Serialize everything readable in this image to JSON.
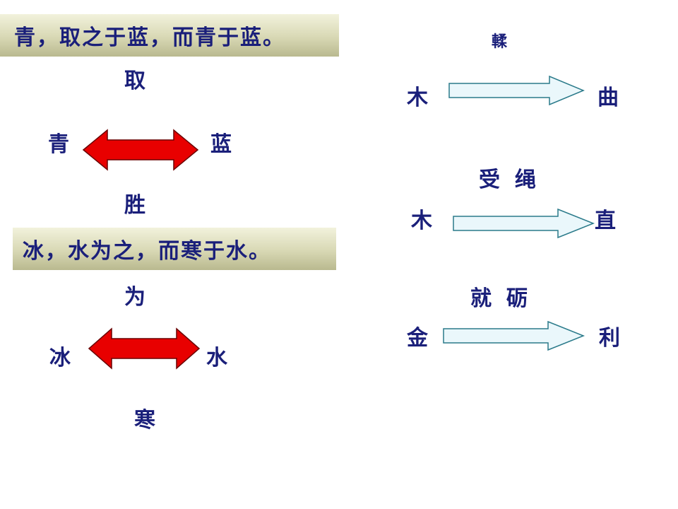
{
  "banners": {
    "first": "青，取之于蓝，而青于蓝。",
    "second": "冰，水为之，而寒于水。"
  },
  "left_diagrams": [
    {
      "top": "取",
      "left": "青",
      "right": "蓝",
      "bottom": "胜"
    },
    {
      "top": "为",
      "left": "冰",
      "right": "水",
      "bottom": "寒"
    }
  ],
  "right_diagrams": [
    {
      "label": "輮",
      "from": "木",
      "to": "曲"
    },
    {
      "label": "受  绳",
      "from": "木",
      "to": "直"
    },
    {
      "label": "就  砺",
      "from": "金",
      "to": "利"
    }
  ],
  "colors": {
    "text": "#1a1f7a",
    "double_arrow": "#e80000",
    "single_arrow_fill": "#eaf7fb",
    "single_arrow_stroke": "#2a7a8a"
  }
}
